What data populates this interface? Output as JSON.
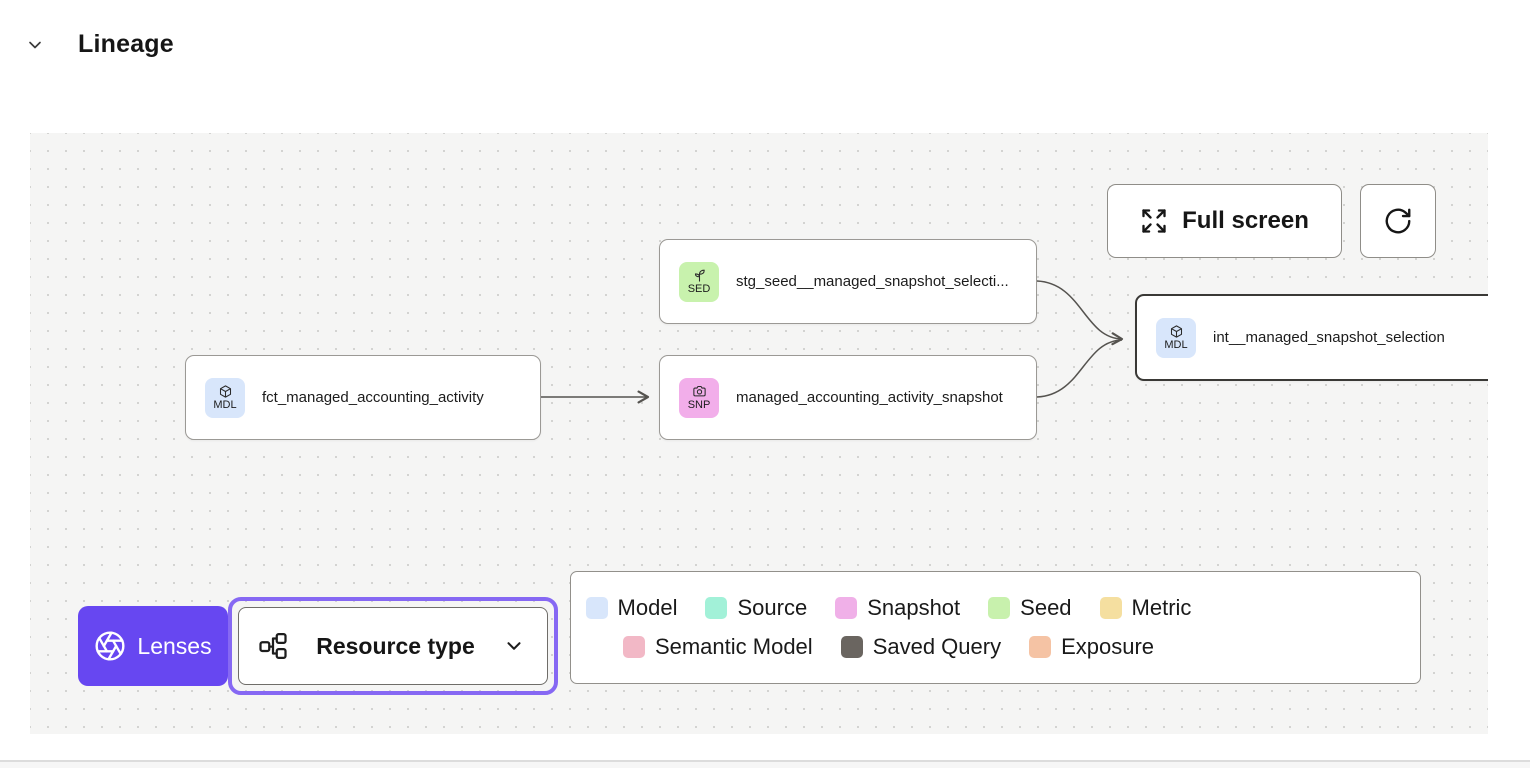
{
  "header": {
    "title": "Lineage"
  },
  "toolbar": {
    "fullscreen_label": "Full screen",
    "refresh_icon": "refresh-icon",
    "fullscreen_icon": "expand-arrows-icon"
  },
  "nodes": [
    {
      "badge": "MDL",
      "icon": "cube-icon",
      "label": "fct_managed_accounting_activity",
      "color": "#d8e6fb",
      "selected": false
    },
    {
      "badge": "SED",
      "icon": "sprout-icon",
      "label": "stg_seed__managed_snapshot_selecti...",
      "color": "#c8f2ad",
      "selected": false
    },
    {
      "badge": "SNP",
      "icon": "camera-icon",
      "label": "managed_accounting_activity_snapshot",
      "color": "#f2aeea",
      "selected": false
    },
    {
      "badge": "MDL",
      "icon": "cube-icon",
      "label": "int__managed_snapshot_selection",
      "color": "#d8e6fb",
      "selected": true
    }
  ],
  "edges": [
    {
      "from": "fct_managed_accounting_activity",
      "to": "managed_accounting_activity_snapshot"
    },
    {
      "from": "stg_seed__managed_snapshot_selecti...",
      "to": "int__managed_snapshot_selection"
    },
    {
      "from": "managed_accounting_activity_snapshot",
      "to": "int__managed_snapshot_selection"
    }
  ],
  "lenses": {
    "label": "Lenses",
    "icon": "aperture-icon",
    "accent_color": "#6747f1",
    "ring_color": "#8668f3"
  },
  "resource_type": {
    "label": "Resource type",
    "icon": "hierarchy-icon",
    "state": "expanded-selector"
  },
  "legend": {
    "items": [
      {
        "label": "Model",
        "color": "#d8e6fb"
      },
      {
        "label": "Source",
        "color": "#a2f1d8"
      },
      {
        "label": "Snapshot",
        "color": "#f0b0e8"
      },
      {
        "label": "Seed",
        "color": "#c8f1ad"
      },
      {
        "label": "Metric",
        "color": "#f5dfa0"
      },
      {
        "label": "Semantic Model",
        "color": "#f2b8c6"
      },
      {
        "label": "Saved Query",
        "color": "#6a6560"
      },
      {
        "label": "Exposure",
        "color": "#f5c3a4"
      }
    ]
  }
}
